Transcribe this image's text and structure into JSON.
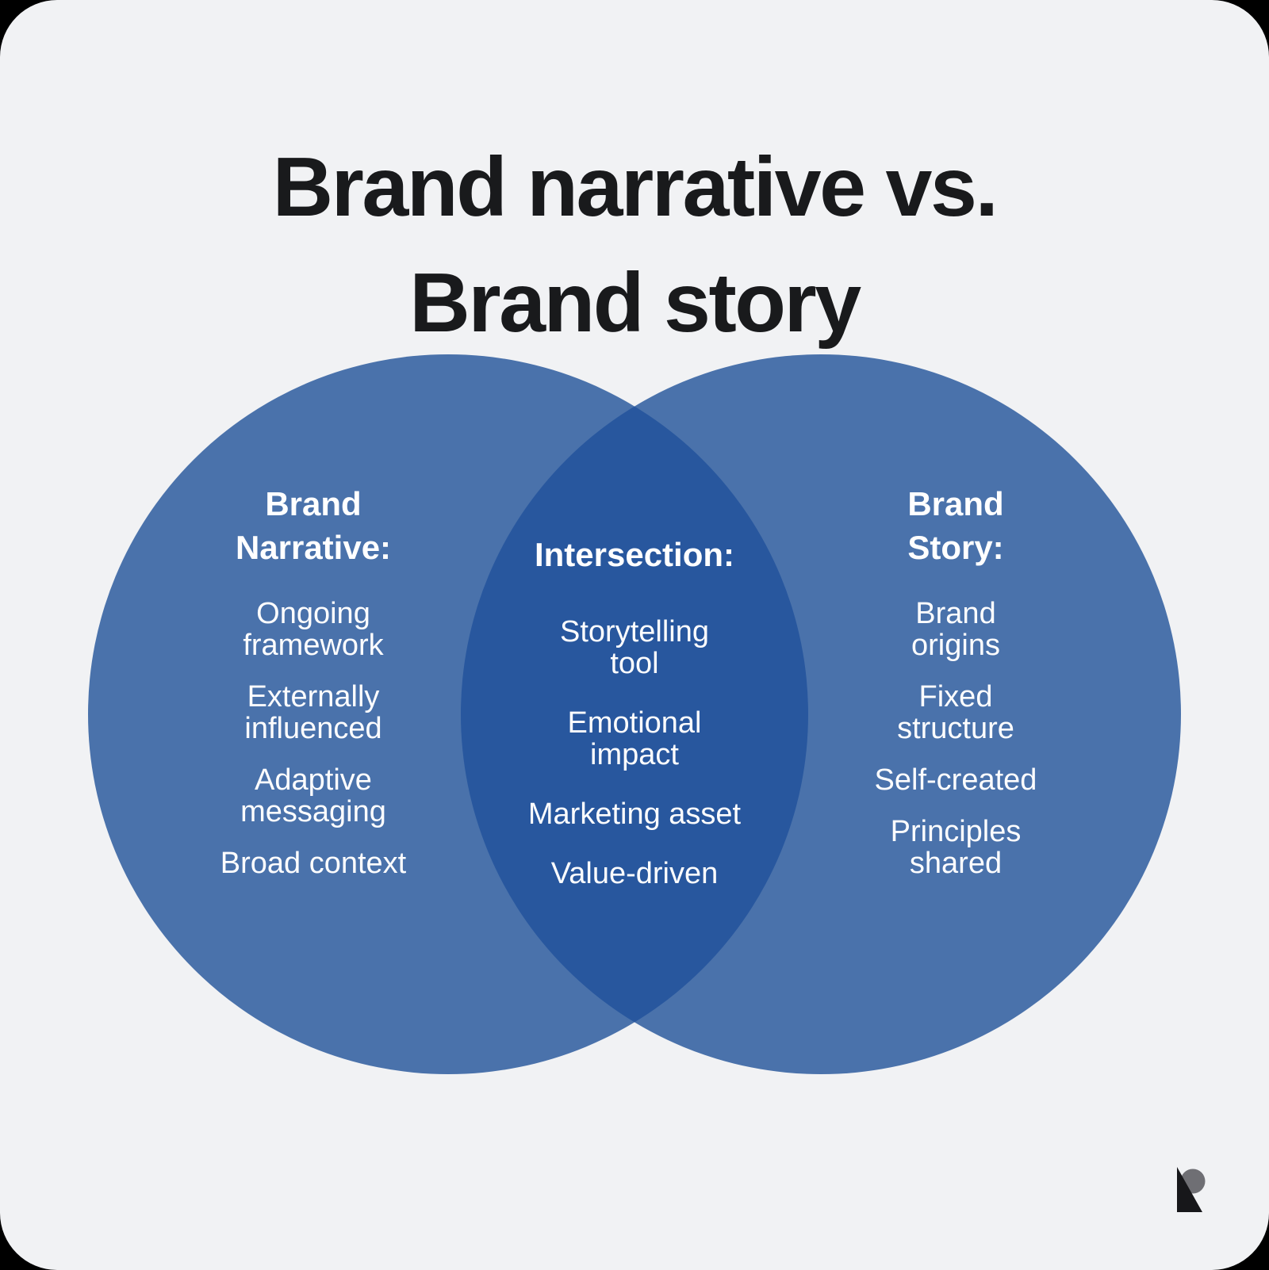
{
  "title": "Brand narrative vs.\nBrand story",
  "venn": {
    "left_circle": {
      "heading": "Brand\nNarrative:",
      "items": [
        "Ongoing\nframework",
        "Externally\ninfluenced",
        "Adaptive\nmessaging",
        "Broad context"
      ]
    },
    "intersection": {
      "heading": "Intersection:",
      "items": [
        "Storytelling\ntool",
        "Emotional\nimpact",
        "Marketing asset",
        "Value-driven"
      ]
    },
    "right_circle": {
      "heading": "Brand\nStory:",
      "items": [
        "Brand\norigins",
        "Fixed\nstructure",
        "Self-created",
        "Principles\nshared"
      ]
    }
  },
  "colors": {
    "page_behind_corners": "#000000",
    "canvas_background": "#f1f2f4",
    "circle_fill": "#4a72ab",
    "intersection_fill": "#28579e",
    "title_text": "#191a1c",
    "label_text": "#ffffff",
    "logo_gray": "#6f6f74",
    "logo_black": "#17171a"
  }
}
